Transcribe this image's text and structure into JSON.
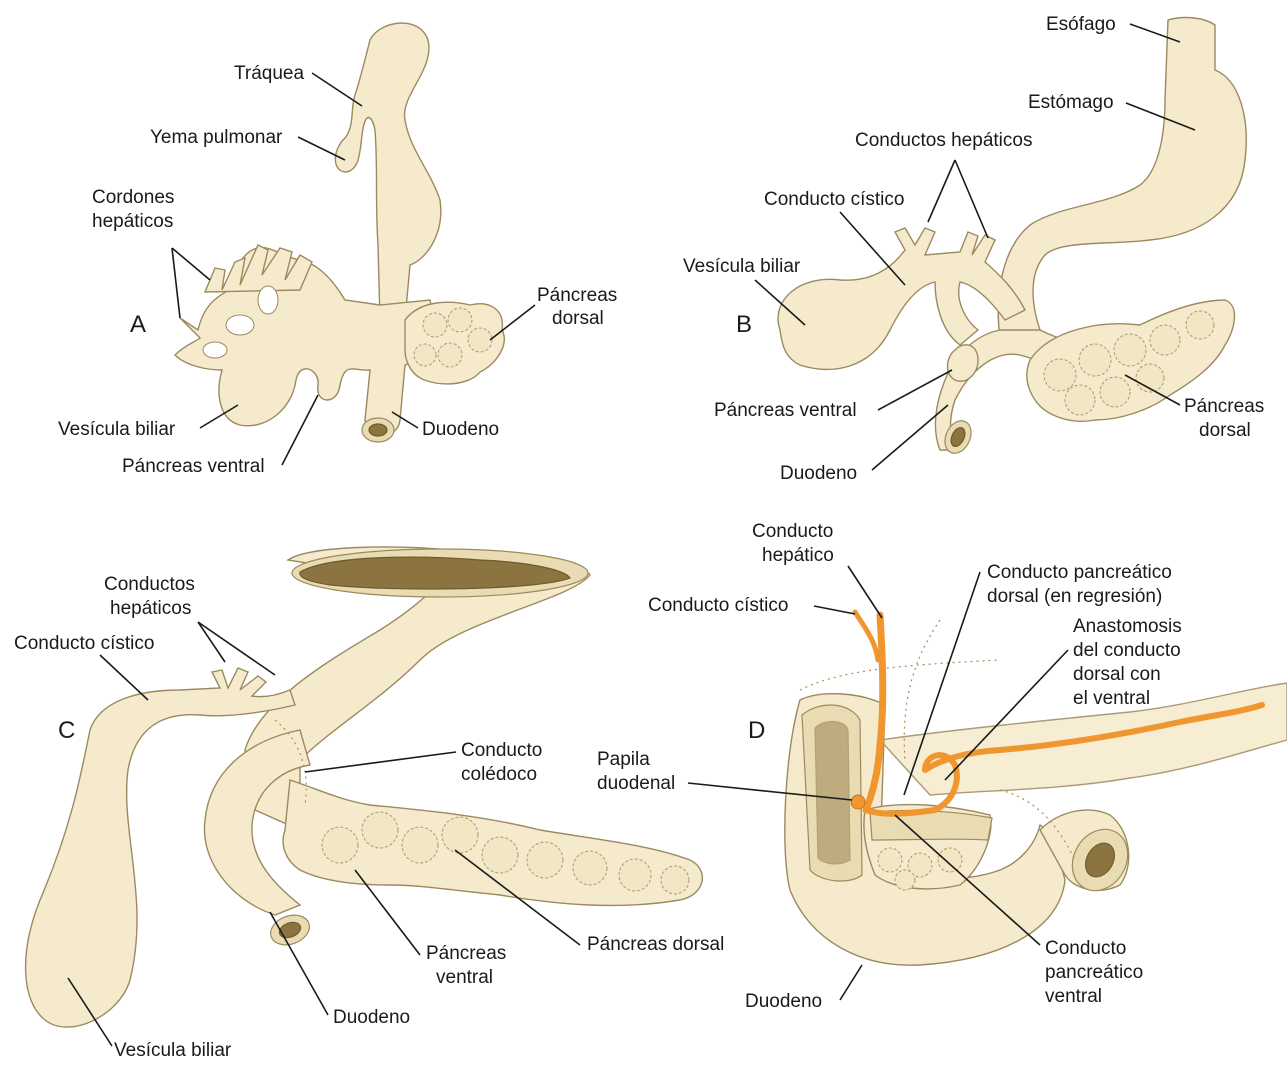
{
  "colors": {
    "tissue": "#f5ebcc",
    "tissue_shade": "#e9dcb3",
    "outline": "#9b8a5f",
    "duct": "#f0962f",
    "text": "#1a1a1a"
  },
  "panels": {
    "a": {
      "letter": "A",
      "labels": {
        "traquea": "Tráquea",
        "yema_pulmonar": "Yema pulmonar",
        "cordones_1": "Cordones",
        "cordones_2": "hepáticos",
        "pancreas_dorsal_1": "Páncreas",
        "pancreas_dorsal_2": "dorsal",
        "vesicula_biliar": "Vesícula biliar",
        "duodeno": "Duodeno",
        "pancreas_ventral": "Páncreas ventral"
      }
    },
    "b": {
      "letter": "B",
      "labels": {
        "esofago": "Esófago",
        "estomago": "Estómago",
        "conductos_hepaticos": "Conductos hepáticos",
        "conducto_cistico": "Conducto cístico",
        "vesicula_biliar": "Vesícula biliar",
        "pancreas_ventral": "Páncreas ventral",
        "pancreas_dorsal_1": "Páncreas",
        "pancreas_dorsal_2": "dorsal",
        "duodeno": "Duodeno"
      }
    },
    "c": {
      "letter": "C",
      "labels": {
        "conductos_hepaticos_1": "Conductos",
        "conductos_hepaticos_2": "hepáticos",
        "conducto_cistico": "Conducto cístico",
        "coledoco_1": "Conducto",
        "coledoco_2": "colédoco",
        "pancreas_ventral_1": "Páncreas",
        "pancreas_ventral_2": "ventral",
        "pancreas_dorsal": "Páncreas dorsal",
        "duodeno": "Duodeno",
        "vesicula_biliar": "Vesícula biliar"
      }
    },
    "d": {
      "letter": "D",
      "labels": {
        "conducto_hepatico_1": "Conducto",
        "conducto_hepatico_2": "hepático",
        "conducto_cistico": "Conducto cístico",
        "pancreatico_dorsal_1": "Conducto pancreático",
        "pancreatico_dorsal_2": "dorsal (en regresión)",
        "anastomosis_1": "Anastomosis",
        "anastomosis_2": "del conducto",
        "anastomosis_3": "dorsal con",
        "anastomosis_4": "el ventral",
        "papila_1": "Papila",
        "papila_2": "duodenal",
        "pancreatico_ventral_1": "Conducto",
        "pancreatico_ventral_2": "pancreático",
        "pancreatico_ventral_3": "ventral",
        "duodeno": "Duodeno"
      }
    }
  }
}
